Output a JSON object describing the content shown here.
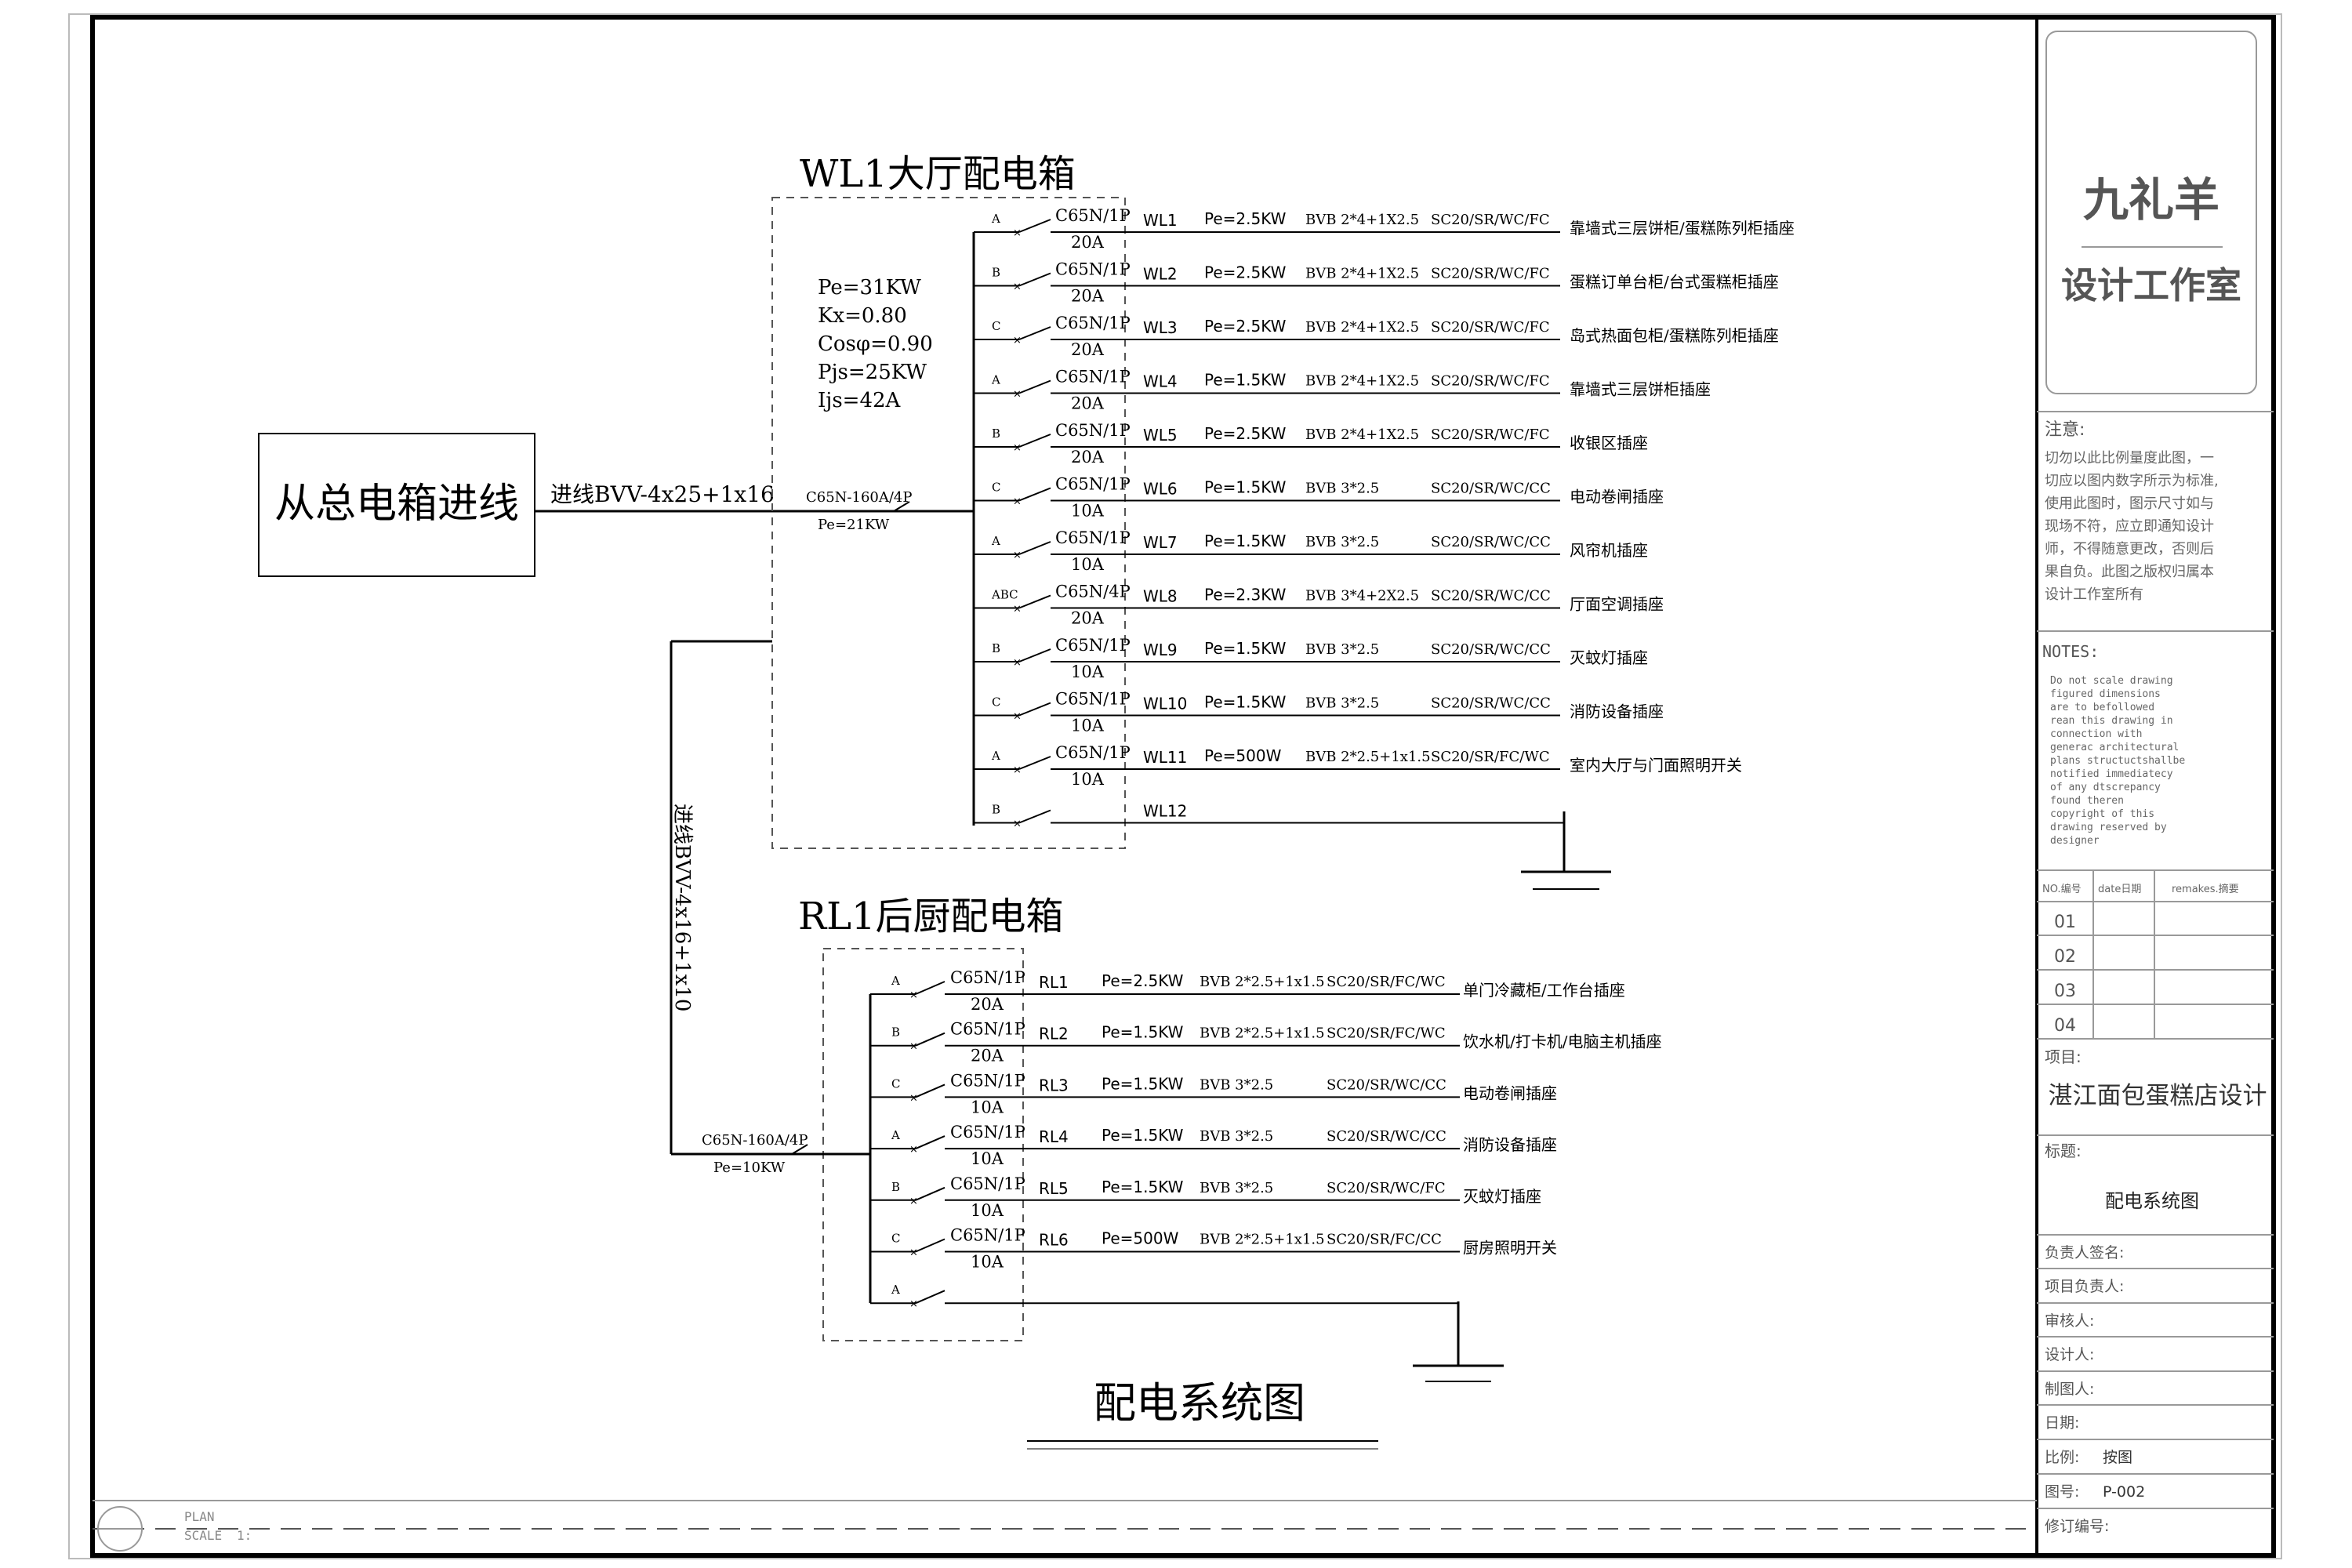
{
  "diagram_title": "配电系统图",
  "incoming": {
    "source_label": "从总电箱进线",
    "main_cable": "进线BVV-4x25+1x16",
    "rl_cable": "进线BVV-4x16+1x10"
  },
  "wl_panel": {
    "title": "WL1大厅配电箱",
    "stats": [
      "Pe=31KW",
      "Kx=0.80",
      "Cosφ=0.90",
      "Pjs=25KW",
      "Ijs=42A"
    ],
    "main_breaker": "C65N-160A/4P",
    "main_power": "Pe=21KW",
    "circuits": [
      {
        "phase": "A",
        "breaker": "C65N/1P",
        "rating": "20A",
        "id": "WL1",
        "pe": "Pe=2.5KW",
        "cable": "BVB 2*4+1X2.5",
        "conduit": "SC20/SR/WC/FC",
        "desc": "靠墙式三层饼柜/蛋糕陈列柜插座"
      },
      {
        "phase": "B",
        "breaker": "C65N/1P",
        "rating": "20A",
        "id": "WL2",
        "pe": "Pe=2.5KW",
        "cable": "BVB 2*4+1X2.5",
        "conduit": "SC20/SR/WC/FC",
        "desc": "蛋糕订单台柜/台式蛋糕柜插座"
      },
      {
        "phase": "C",
        "breaker": "C65N/1P",
        "rating": "20A",
        "id": "WL3",
        "pe": "Pe=2.5KW",
        "cable": "BVB 2*4+1X2.5",
        "conduit": "SC20/SR/WC/FC",
        "desc": "岛式热面包柜/蛋糕陈列柜插座"
      },
      {
        "phase": "A",
        "breaker": "C65N/1P",
        "rating": "20A",
        "id": "WL4",
        "pe": "Pe=1.5KW",
        "cable": "BVB 2*4+1X2.5",
        "conduit": "SC20/SR/WC/FC",
        "desc": "靠墙式三层饼柜插座"
      },
      {
        "phase": "B",
        "breaker": "C65N/1P",
        "rating": "20A",
        "id": "WL5",
        "pe": "Pe=2.5KW",
        "cable": "BVB 2*4+1X2.5",
        "conduit": "SC20/SR/WC/FC",
        "desc": "收银区插座"
      },
      {
        "phase": "C",
        "breaker": "C65N/1P",
        "rating": "10A",
        "id": "WL6",
        "pe": "Pe=1.5KW",
        "cable": "BVB 3*2.5",
        "conduit": "SC20/SR/WC/CC",
        "desc": "电动卷闸插座"
      },
      {
        "phase": "A",
        "breaker": "C65N/1P",
        "rating": "10A",
        "id": "WL7",
        "pe": "Pe=1.5KW",
        "cable": "BVB 3*2.5",
        "conduit": "SC20/SR/WC/CC",
        "desc": "风帘机插座"
      },
      {
        "phase": "ABC",
        "breaker": "C65N/4P",
        "rating": "20A",
        "id": "WL8",
        "pe": "Pe=2.3KW",
        "cable": "BVB 3*4+2X2.5",
        "conduit": "SC20/SR/WC/CC",
        "desc": "厅面空调插座"
      },
      {
        "phase": "B",
        "breaker": "C65N/1P",
        "rating": "10A",
        "id": "WL9",
        "pe": "Pe=1.5KW",
        "cable": "BVB 3*2.5",
        "conduit": "SC20/SR/WC/CC",
        "desc": "灭蚊灯插座"
      },
      {
        "phase": "C",
        "breaker": "C65N/1P",
        "rating": "10A",
        "id": "WL10",
        "pe": "Pe=1.5KW",
        "cable": "BVB 3*2.5",
        "conduit": "SC20/SR/WC/CC",
        "desc": "消防设备插座"
      },
      {
        "phase": "A",
        "breaker": "C65N/1P",
        "rating": "10A",
        "id": "WL11",
        "pe": "Pe=500W",
        "cable": "BVB 2*2.5+1x1.5",
        "conduit": "SC20/SR/FC/WC",
        "desc": "室内大厅与门面照明开关"
      },
      {
        "phase": "B",
        "breaker": "",
        "rating": "",
        "id": "WL12",
        "pe": "",
        "cable": "",
        "conduit": "",
        "desc": ""
      }
    ]
  },
  "rl_panel": {
    "title": "RL1后厨配电箱",
    "main_breaker": "C65N-160A/4P",
    "main_power": "Pe=10KW",
    "circuits": [
      {
        "phase": "A",
        "breaker": "C65N/1P",
        "rating": "20A",
        "id": "RL1",
        "pe": "Pe=2.5KW",
        "cable": "BVB 2*2.5+1x1.5",
        "conduit": "SC20/SR/FC/WC",
        "desc": "单门冷藏柜/工作台插座"
      },
      {
        "phase": "B",
        "breaker": "C65N/1P",
        "rating": "20A",
        "id": "RL2",
        "pe": "Pe=1.5KW",
        "cable": "BVB 2*2.5+1x1.5",
        "conduit": "SC20/SR/FC/WC",
        "desc": "饮水机/打卡机/电脑主机插座"
      },
      {
        "phase": "C",
        "breaker": "C65N/1P",
        "rating": "10A",
        "id": "RL3",
        "pe": "Pe=1.5KW",
        "cable": "BVB 3*2.5",
        "conduit": "SC20/SR/WC/CC",
        "desc": "电动卷闸插座"
      },
      {
        "phase": "A",
        "breaker": "C65N/1P",
        "rating": "10A",
        "id": "RL4",
        "pe": "Pe=1.5KW",
        "cable": "BVB 3*2.5",
        "conduit": "SC20/SR/WC/CC",
        "desc": "消防设备插座"
      },
      {
        "phase": "B",
        "breaker": "C65N/1P",
        "rating": "10A",
        "id": "RL5",
        "pe": "Pe=1.5KW",
        "cable": "BVB 3*2.5",
        "conduit": "SC20/SR/WC/FC",
        "desc": "灭蚊灯插座"
      },
      {
        "phase": "C",
        "breaker": "C65N/1P",
        "rating": "10A",
        "id": "RL6",
        "pe": "Pe=500W",
        "cable": "BVB 2*2.5+1x1.5",
        "conduit": "SC20/SR/FC/CC",
        "desc": "厨房照明开关"
      },
      {
        "phase": "A",
        "breaker": "",
        "rating": "",
        "id": "",
        "pe": "",
        "cable": "",
        "conduit": "",
        "desc": ""
      }
    ]
  },
  "scale_bar": {
    "plan": "PLAN",
    "scale": "SCALE",
    "scale_value": "1:"
  },
  "title_block": {
    "logo_line1": "九礼羊",
    "logo_line2": "设计工作室",
    "notes_cn_label": "注意:",
    "notes_cn": [
      "切勿以此比例量度此图，一",
      "切应以图内数字所示为标准,",
      "使用此图时，图示尺寸如与",
      "现场不符，应立即通知设计",
      "师，不得随意更改，否则后",
      "果自负。此图之版权归属本",
      "设计工作室所有"
    ],
    "notes_en_label": "NOTES:",
    "notes_en": [
      "Do not scale drawing",
      "figured dimensions",
      "are to befollowed",
      "rean this drawing in",
      "connection with",
      "generac architectural",
      "plans structuctshallbe",
      "notified immediatecy",
      "of any dtscrepancy",
      "found theren",
      "copyright of this",
      "drawing reserved by",
      "designer"
    ],
    "rev_headers": [
      "NO.编号",
      "date日期",
      "remakes.摘要"
    ],
    "rev_rows": [
      "01",
      "02",
      "03",
      "04"
    ],
    "project_label": "项目:",
    "project_name": "湛江面包蛋糕店设计",
    "title_label": "标题:",
    "title_value": "配电系统图",
    "fields": [
      {
        "label": "负责人签名:",
        "value": ""
      },
      {
        "label": "项目负责人:",
        "value": ""
      },
      {
        "label": "审核人:",
        "value": ""
      },
      {
        "label": "设计人:",
        "value": ""
      },
      {
        "label": "制图人:",
        "value": ""
      },
      {
        "label": "日期:",
        "value": ""
      },
      {
        "label": "比例:",
        "value": "按图"
      },
      {
        "label": "图号:",
        "value": "P-002"
      },
      {
        "label": "修订编号:",
        "value": ""
      }
    ]
  }
}
